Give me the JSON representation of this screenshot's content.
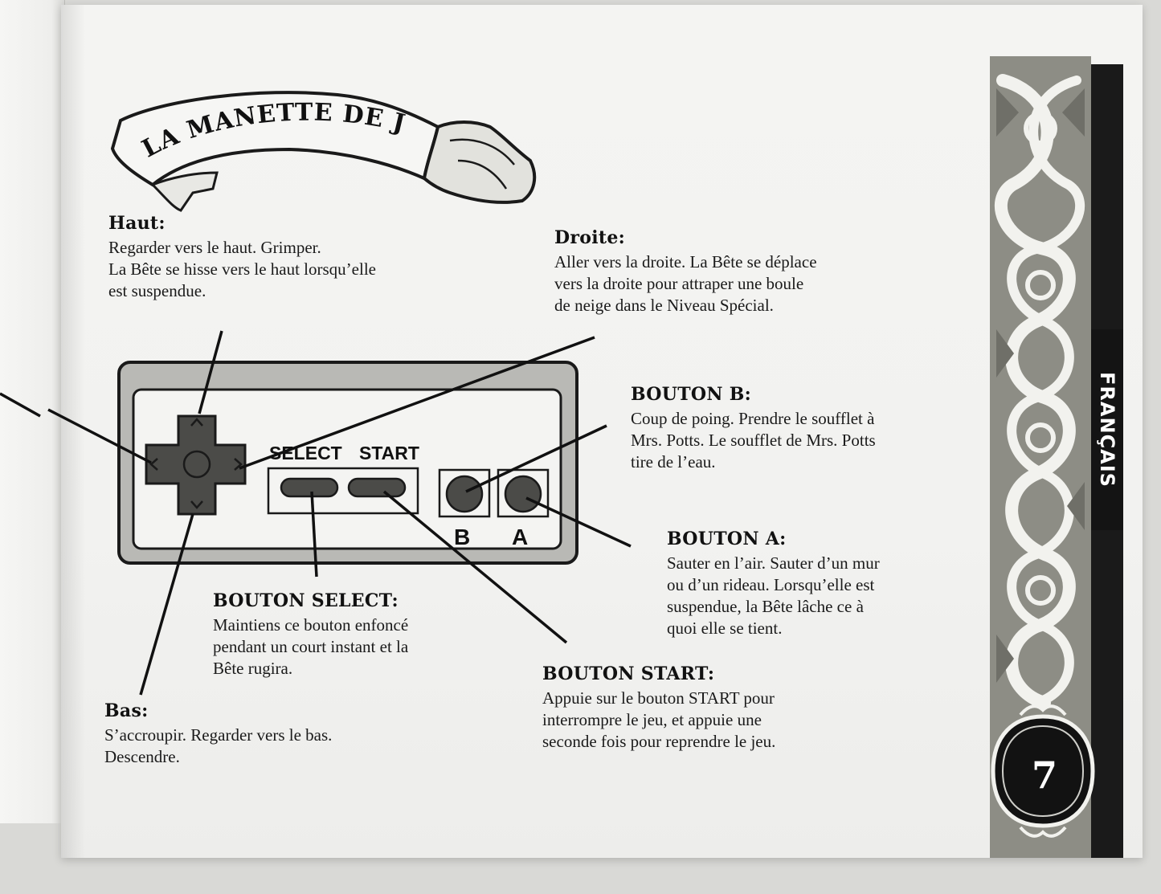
{
  "banner": {
    "title": "LA MANETTE DE JEU"
  },
  "haut": {
    "label": "Haut:",
    "lines": [
      "Regarder vers le haut. Grimper.",
      "La Bête se hisse vers le haut lorsqu’elle",
      "est suspendue."
    ]
  },
  "droite": {
    "label": "Droite:",
    "lines": [
      "Aller vers la droite. La Bête se déplace",
      "vers la droite pour attraper une boule",
      "de neige dans le Niveau Spécial."
    ]
  },
  "bouton_b": {
    "label": "BOUTON B:",
    "lines": [
      "Coup de poing. Prendre le soufflet à",
      "Mrs. Potts. Le soufflet de Mrs. Potts",
      "tire de l’eau."
    ]
  },
  "bouton_a": {
    "label": "BOUTON A:",
    "lines": [
      "Sauter en l’air. Sauter d’un mur",
      "ou d’un rideau. Lorsqu’elle est",
      "suspendue, la Bête lâche ce à",
      "quoi elle se tient."
    ]
  },
  "bouton_select": {
    "label": "BOUTON SELECT:",
    "lines": [
      "Maintiens ce bouton enfoncé",
      "pendant un court instant et la",
      "Bête rugira."
    ]
  },
  "bouton_start": {
    "label": "BOUTON START:",
    "lines": [
      "Appuie sur le bouton START pour",
      "interrompre le jeu, et appuie une",
      "seconde fois pour reprendre le jeu."
    ]
  },
  "bas": {
    "label": "Bas:",
    "lines": [
      "S’accroupir. Regarder vers le bas.",
      "Descendre."
    ]
  },
  "controller": {
    "select_label": "SELECT",
    "start_label": "START",
    "b_label": "B",
    "a_label": "A"
  },
  "side": {
    "language": "FRANÇAIS",
    "page_number": "7"
  },
  "colors": {
    "paper": "#f2f2f0",
    "ink": "#161616",
    "controller_gray": "#b8b8b4",
    "button_dark": "#4a4a47",
    "ornament_gray": "#8f8f87"
  }
}
